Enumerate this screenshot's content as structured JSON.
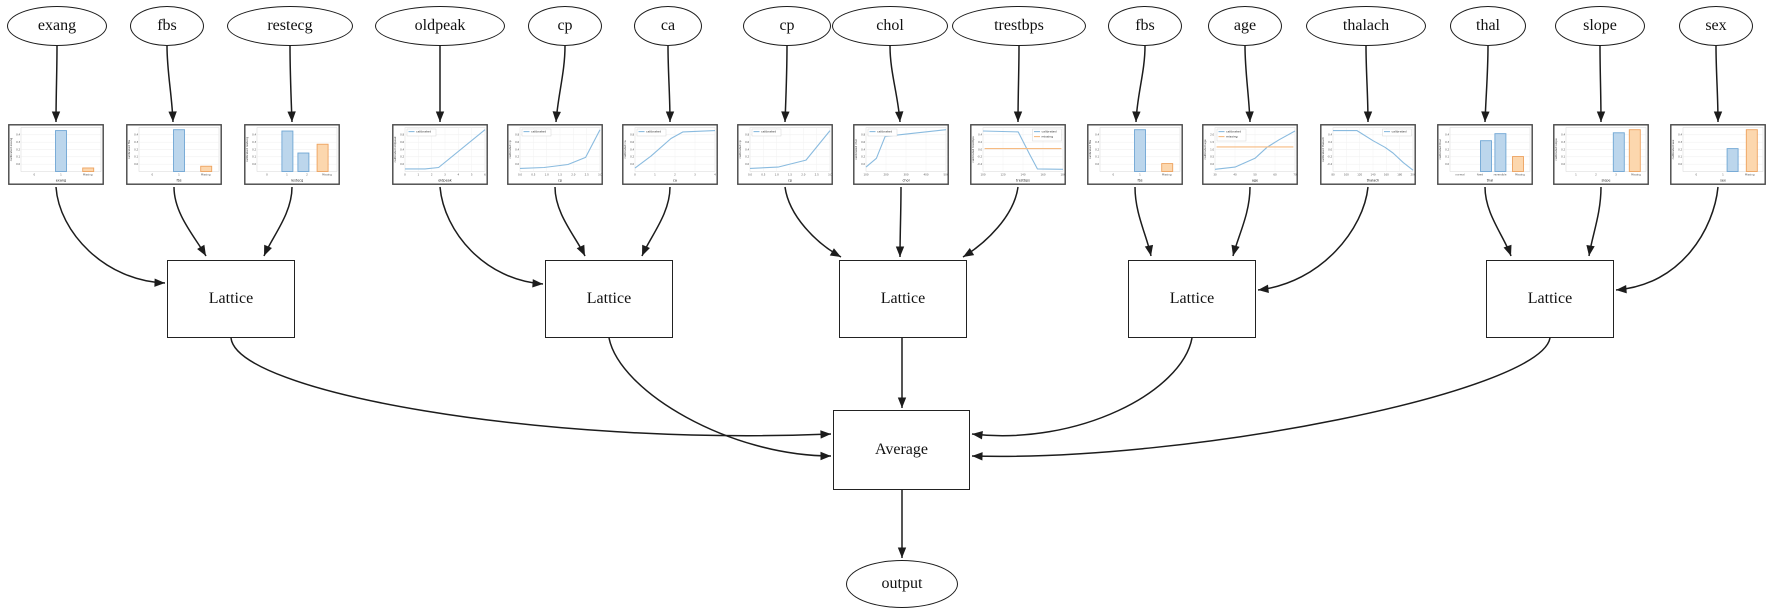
{
  "diagram_type": "lattice-ensemble-model-graph",
  "colors": {
    "calibrated_fill": "#bcd6ec",
    "calibrated_edge": "#6fa6d4",
    "calibrated_line": "#8abbdf",
    "missing_fill": "#fcd7ae",
    "missing_edge": "#eda25f",
    "missing_line": "#f6bb82",
    "edge_stroke": "#1c1c1c",
    "grid": "#ededed"
  },
  "legend_labels": {
    "calibrated": "calibrated",
    "missing": "missing"
  },
  "nodes": {
    "features": [
      {
        "label": "exang",
        "chart": {
          "type": "bar",
          "xlabel": "exang",
          "ylabel": "calibrated exang",
          "x_ticks": [
            "0",
            "1",
            "Missing"
          ],
          "y_ticks": [
            "0.0",
            "0.1",
            "0.2",
            "0.3",
            "0.4"
          ],
          "bars": [
            {
              "x": 0.5,
              "h": 0.93,
              "series": "calibrated"
            },
            {
              "x": 0.84,
              "h": 0.08,
              "series": "missing"
            }
          ]
        }
      },
      {
        "label": "fbs",
        "chart": {
          "type": "bar",
          "xlabel": "fbs",
          "ylabel": "calibrated fbs",
          "x_ticks": [
            "0",
            "1",
            "Missing"
          ],
          "y_ticks": [
            "0.0",
            "0.1",
            "0.2",
            "0.3",
            "0.4"
          ],
          "bars": [
            {
              "x": 0.5,
              "h": 0.95,
              "series": "calibrated"
            },
            {
              "x": 0.84,
              "h": 0.12,
              "series": "missing"
            }
          ]
        }
      },
      {
        "label": "restecg",
        "chart": {
          "type": "bar",
          "xlabel": "restecg",
          "ylabel": "calibrated restecg",
          "x_ticks": [
            "0",
            "1",
            "2",
            "Missing"
          ],
          "y_ticks": [
            "0.0",
            "0.1",
            "0.2",
            "0.3",
            "0.4"
          ],
          "bars": [
            {
              "x": 0.38,
              "h": 0.92,
              "series": "calibrated"
            },
            {
              "x": 0.58,
              "h": 0.42,
              "series": "calibrated"
            },
            {
              "x": 0.82,
              "h": 0.62,
              "series": "missing"
            }
          ]
        }
      },
      {
        "label": "oldpeak",
        "chart": {
          "type": "line",
          "xlabel": "oldpeak",
          "ylabel": "calibrated oldpeak",
          "x_ticks": [
            "0",
            "1",
            "2",
            "3",
            "4",
            "5",
            "6"
          ],
          "y_ticks": [
            "0.0",
            "0.2",
            "0.4",
            "0.6",
            "0.8"
          ],
          "legend": {
            "pos": "tl",
            "entries": [
              "calibrated"
            ]
          },
          "lines": [
            {
              "series": "calibrated",
              "points": [
                [
                  0,
                  0.06
                ],
                [
                  0.25,
                  0.06
                ],
                [
                  0.42,
                  0.09
                ],
                [
                  1,
                  0.95
                ]
              ]
            }
          ]
        }
      },
      {
        "label": "cp",
        "chart": {
          "type": "line",
          "xlabel": "cp",
          "ylabel": "calibrated cp",
          "x_ticks": [
            "0.0",
            "0.5",
            "1.0",
            "1.5",
            "2.0",
            "2.5",
            "3.0"
          ],
          "y_ticks": [
            "0.0",
            "0.2",
            "0.4",
            "0.6",
            "0.8"
          ],
          "legend": {
            "pos": "tl",
            "entries": [
              "calibrated"
            ]
          },
          "lines": [
            {
              "series": "calibrated",
              "points": [
                [
                  0,
                  0.07
                ],
                [
                  0.3,
                  0.09
                ],
                [
                  0.6,
                  0.16
                ],
                [
                  0.82,
                  0.32
                ],
                [
                  1,
                  0.95
                ]
              ]
            }
          ]
        }
      },
      {
        "label": "ca",
        "chart": {
          "type": "line",
          "xlabel": "ca",
          "ylabel": "calibrated ca",
          "x_ticks": [
            "0",
            "1",
            "2",
            "3",
            "4"
          ],
          "y_ticks": [
            "0.0",
            "0.2",
            "0.4",
            "0.6",
            "0.8"
          ],
          "legend": {
            "pos": "tl",
            "entries": [
              "calibrated"
            ]
          },
          "lines": [
            {
              "series": "calibrated",
              "points": [
                [
                  0,
                  0.08
                ],
                [
                  0.2,
                  0.35
                ],
                [
                  0.45,
                  0.75
                ],
                [
                  0.6,
                  0.9
                ],
                [
                  1,
                  0.93
                ]
              ]
            }
          ]
        }
      },
      {
        "label": "cp",
        "chart": {
          "type": "line",
          "xlabel": "cp",
          "ylabel": "calibrated cp",
          "x_ticks": [
            "0.0",
            "0.5",
            "1.0",
            "1.5",
            "2.0",
            "2.5",
            "3.0"
          ],
          "y_ticks": [
            "0.0",
            "0.2",
            "0.4",
            "0.6",
            "0.8"
          ],
          "legend": {
            "pos": "tl",
            "entries": [
              "calibrated"
            ]
          },
          "lines": [
            {
              "series": "calibrated",
              "points": [
                [
                  0,
                  0.07
                ],
                [
                  0.35,
                  0.1
                ],
                [
                  0.7,
                  0.26
                ],
                [
                  1,
                  0.93
                ]
              ]
            }
          ]
        }
      },
      {
        "label": "chol",
        "chart": {
          "type": "line",
          "xlabel": "chol",
          "ylabel": "calibrated chol",
          "x_ticks": [
            "100",
            "200",
            "300",
            "400",
            "500"
          ],
          "y_ticks": [
            "0.0",
            "0.2",
            "0.4",
            "0.6",
            "0.8"
          ],
          "legend": {
            "pos": "tl",
            "entries": [
              "calibrated"
            ]
          },
          "lines": [
            {
              "series": "calibrated",
              "points": [
                [
                  0,
                  0.1
                ],
                [
                  0.13,
                  0.3
                ],
                [
                  0.24,
                  0.8
                ],
                [
                  0.6,
                  0.87
                ],
                [
                  1,
                  0.95
                ]
              ]
            }
          ]
        }
      },
      {
        "label": "trestbps",
        "chart": {
          "type": "line",
          "xlabel": "trestbps",
          "ylabel": "calibrated trestbps",
          "x_ticks": [
            "100",
            "120",
            "140",
            "160",
            "180"
          ],
          "y_ticks": [
            "-0.4",
            "-0.2",
            "0.0",
            "0.2",
            "0.4"
          ],
          "legend": {
            "pos": "tr",
            "entries": [
              "calibrated",
              "missing"
            ]
          },
          "lines": [
            {
              "series": "calibrated",
              "points": [
                [
                  0,
                  0.92
                ],
                [
                  0.44,
                  0.9
                ],
                [
                  0.58,
                  0.4
                ],
                [
                  0.68,
                  0.06
                ],
                [
                  1,
                  0.05
                ]
              ]
            },
            {
              "series": "missing",
              "points": [
                [
                  0.02,
                  0.52
                ],
                [
                  0.98,
                  0.52
                ]
              ]
            }
          ]
        }
      },
      {
        "label": "fbs",
        "chart": {
          "type": "bar",
          "xlabel": "fbs",
          "ylabel": "calibrated fbs",
          "x_ticks": [
            "0",
            "1",
            "Missing"
          ],
          "y_ticks": [
            "0.0",
            "0.1",
            "0.2",
            "0.3",
            "0.4"
          ],
          "bars": [
            {
              "x": 0.5,
              "h": 0.95,
              "series": "calibrated"
            },
            {
              "x": 0.84,
              "h": 0.18,
              "series": "missing"
            }
          ]
        }
      },
      {
        "label": "age",
        "chart": {
          "type": "line",
          "xlabel": "age",
          "ylabel": "calibrated age",
          "x_ticks": [
            "30",
            "40",
            "50",
            "60",
            "70"
          ],
          "y_ticks": [
            "0.0",
            "0.5",
            "1.0",
            "1.5",
            "2.0"
          ],
          "legend": {
            "pos": "tl",
            "entries": [
              "calibrated",
              "missing"
            ]
          },
          "lines": [
            {
              "series": "calibrated",
              "points": [
                [
                  0,
                  0.05
                ],
                [
                  0.25,
                  0.1
                ],
                [
                  0.5,
                  0.3
                ],
                [
                  0.65,
                  0.55
                ],
                [
                  0.8,
                  0.72
                ],
                [
                  1,
                  0.92
                ]
              ]
            },
            {
              "series": "missing",
              "points": [
                [
                  0.02,
                  0.56
                ],
                [
                  0.98,
                  0.56
                ]
              ]
            }
          ]
        }
      },
      {
        "label": "thalach",
        "chart": {
          "type": "line",
          "xlabel": "thalach",
          "ylabel": "calibrated thalach",
          "x_ticks": [
            "80",
            "100",
            "120",
            "140",
            "160",
            "180",
            "200"
          ],
          "y_ticks": [
            "-0.4",
            "-0.2",
            "0.0",
            "0.2",
            "0.4"
          ],
          "legend": {
            "pos": "tr",
            "entries": [
              "calibrated"
            ]
          },
          "lines": [
            {
              "series": "calibrated",
              "points": [
                [
                  0,
                  0.93
                ],
                [
                  0.3,
                  0.93
                ],
                [
                  0.5,
                  0.7
                ],
                [
                  0.65,
                  0.55
                ],
                [
                  0.75,
                  0.42
                ],
                [
                  0.88,
                  0.2
                ],
                [
                  1,
                  0.03
                ]
              ]
            }
          ]
        }
      },
      {
        "label": "thal",
        "chart": {
          "type": "bar",
          "xlabel": "thal",
          "ylabel": "calibrated thal",
          "x_ticks": [
            "normal",
            "fixed",
            "reversible",
            "Missing"
          ],
          "y_ticks": [
            "0.0",
            "0.1",
            "0.2",
            "0.3",
            "0.4"
          ],
          "bars": [
            {
              "x": 0.45,
              "h": 0.7,
              "series": "calibrated"
            },
            {
              "x": 0.63,
              "h": 0.86,
              "series": "calibrated"
            },
            {
              "x": 0.85,
              "h": 0.34,
              "series": "missing"
            }
          ]
        }
      },
      {
        "label": "slope",
        "chart": {
          "type": "bar",
          "xlabel": "slope",
          "ylabel": "calibrated slope",
          "x_ticks": [
            "1",
            "2",
            "3",
            "Missing"
          ],
          "y_ticks": [
            "0.0",
            "0.1",
            "0.2",
            "0.3",
            "0.4"
          ],
          "bars": [
            {
              "x": 0.66,
              "h": 0.88,
              "series": "calibrated"
            },
            {
              "x": 0.86,
              "h": 0.95,
              "series": "missing"
            }
          ]
        }
      },
      {
        "label": "sex",
        "chart": {
          "type": "bar",
          "xlabel": "sex",
          "ylabel": "calibrated sex",
          "x_ticks": [
            "0",
            "1",
            "Missing"
          ],
          "y_ticks": [
            "0.0",
            "0.1",
            "0.2",
            "0.3",
            "0.4"
          ],
          "bars": [
            {
              "x": 0.62,
              "h": 0.52,
              "series": "calibrated"
            },
            {
              "x": 0.86,
              "h": 0.95,
              "series": "missing"
            }
          ]
        }
      }
    ],
    "lattices": [
      {
        "label": "Lattice"
      },
      {
        "label": "Lattice"
      },
      {
        "label": "Lattice"
      },
      {
        "label": "Lattice"
      },
      {
        "label": "Lattice"
      }
    ],
    "average": {
      "label": "Average"
    },
    "output": {
      "label": "output"
    }
  }
}
